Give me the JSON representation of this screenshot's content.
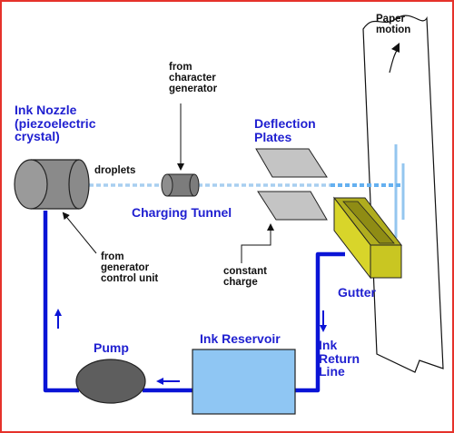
{
  "labels": {
    "ink_nozzle": [
      "Ink Nozzle",
      "(piezoelectric",
      "crystal)"
    ],
    "droplets": "droplets",
    "from_character_generator": [
      "from",
      "character",
      "generator"
    ],
    "deflection_plates": [
      "Deflection",
      "Plates"
    ],
    "charging_tunnel": "Charging Tunnel",
    "from_generator_control_unit": [
      "from",
      "generator",
      "control unit"
    ],
    "constant_charge": [
      "constant",
      "charge"
    ],
    "gutter": "Gutter",
    "paper_motion": [
      "Paper",
      "motion"
    ],
    "pump": "Pump",
    "ink_reservoir": "Ink Reservoir",
    "ink_return_line": [
      "Ink",
      "Return",
      "Line"
    ]
  },
  "colors": {
    "frame": "#e5322b",
    "pipe": "#0a14d6",
    "label_blue": "#1f1fd0",
    "droplet": "#a8cff0",
    "stream": "#64b0f0",
    "nozzle": "#8a8a8a",
    "plates": "#c4c4c4",
    "gutter": "#d8d52a",
    "pump": "#5e5e5e",
    "reservoir": "#8fc6f3"
  }
}
